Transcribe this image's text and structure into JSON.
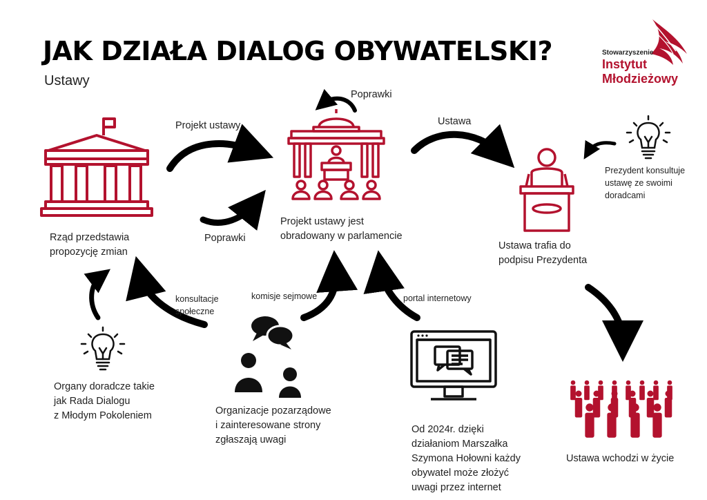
{
  "header": {
    "title": "JAK DZIAŁA DIALOG OBYWATELSKI?",
    "subtitle": "Ustawy"
  },
  "logo": {
    "small": "Stowarzyszenie",
    "line1": "Instytut",
    "line2": "Młodzieżowy",
    "color": "#b3122e"
  },
  "colors": {
    "accent": "#b3122e",
    "arrow": "#000000"
  },
  "icons": [
    "government-building-icon",
    "parliament-icon",
    "podium-icon",
    "lightbulb-icon",
    "chat-bubbles-icon",
    "people-icon",
    "computer-monitor-icon",
    "crowd-icon"
  ],
  "nodes": {
    "government": {
      "lines": [
        "Rząd przedstawia",
        "propozycję zmian"
      ]
    },
    "parliament": {
      "lines": [
        "Projekt ustawy jest",
        "obradowany w parlamencie"
      ]
    },
    "president": {
      "lines": [
        "Ustawa trafia do",
        "podpisu Prezydenta"
      ]
    },
    "president_advisors": {
      "lines": [
        "Prezydent konsultuje",
        "ustawę ze swoimi",
        "doradcami"
      ]
    },
    "advisory_bodies": {
      "lines": [
        "Organy doradcze takie",
        "jak Rada Dialogu",
        "z Młodym Pokoleniem"
      ]
    },
    "ngos": {
      "lines": [
        "Organizacje pozarządowe",
        "i zainteresowane strony",
        "zgłaszają uwagi"
      ]
    },
    "internet": {
      "lines": [
        "Od 2024r. dzięki",
        "działaniom Marszałka",
        "Szymona Hołowni każdy",
        "obywatel może złożyć",
        "uwagi przez internet"
      ]
    },
    "in_force": {
      "lines": [
        "Ustawa wchodzi w życie"
      ]
    }
  },
  "edges": {
    "bill_project": "Projekt ustawy",
    "amendments_lower": "Poprawki",
    "amendments_top": "Poprawki",
    "law": "Ustawa",
    "public_consultation": [
      "konsultacje",
      "społeczne"
    ],
    "sejm_committees": "komisje sejmowe",
    "web_portal": "portal internetowy"
  }
}
